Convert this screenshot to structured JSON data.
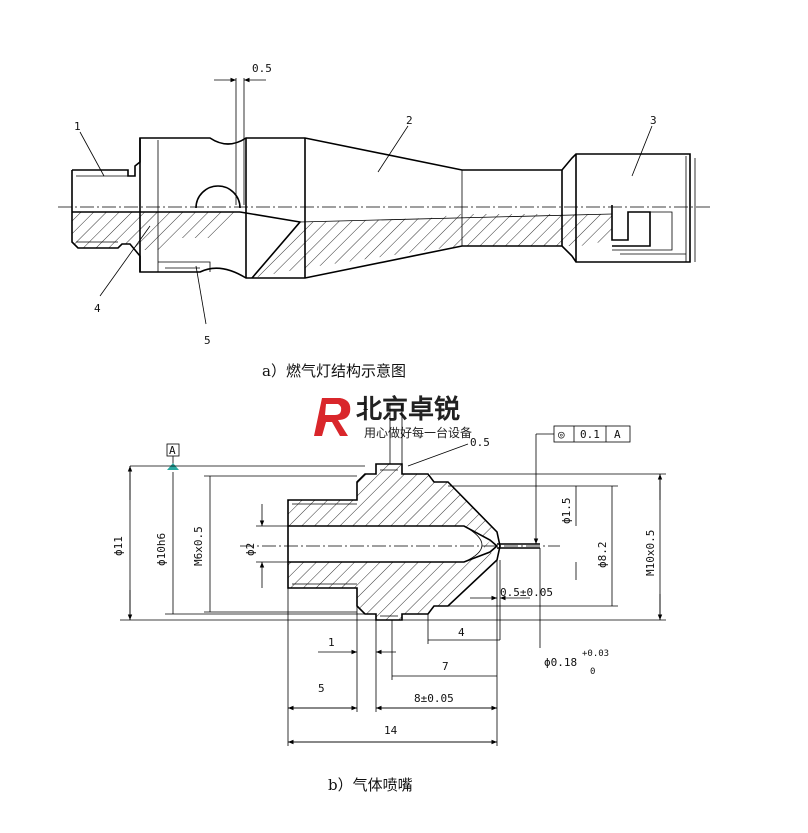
{
  "figure_a": {
    "part_labels": [
      "1",
      "2",
      "3",
      "4",
      "5"
    ],
    "gap_dim": "0.5",
    "caption": "a）燃气灯结构示意图"
  },
  "watermark": {
    "name": "北京卓锐",
    "slogan": "用心做好每一台设备",
    "logo_color": "#d9262b"
  },
  "figure_b": {
    "datum": "A",
    "tolerance_frame": [
      "◎",
      "0.1",
      "A"
    ],
    "dims": {
      "d11": "ϕ11",
      "d10h6": "ϕ10h6",
      "m6": "M6x0.5",
      "d2": "ϕ2",
      "d1_5": "ϕ1.5",
      "d8_2": "ϕ8.2",
      "m10": "M10x0.5",
      "gap": "0.5±0.05",
      "len4": "4",
      "len1": "1",
      "len7": "7",
      "orifice": "ϕ0.18",
      "orifice_tol_upper": "+0.03",
      "orifice_tol_lower": "0",
      "len5": "5",
      "len8": "8±0.05",
      "len14": "14",
      "len1_top": "1",
      "len0_5_top": "0.5"
    },
    "caption": "b）气体喷嘴"
  }
}
